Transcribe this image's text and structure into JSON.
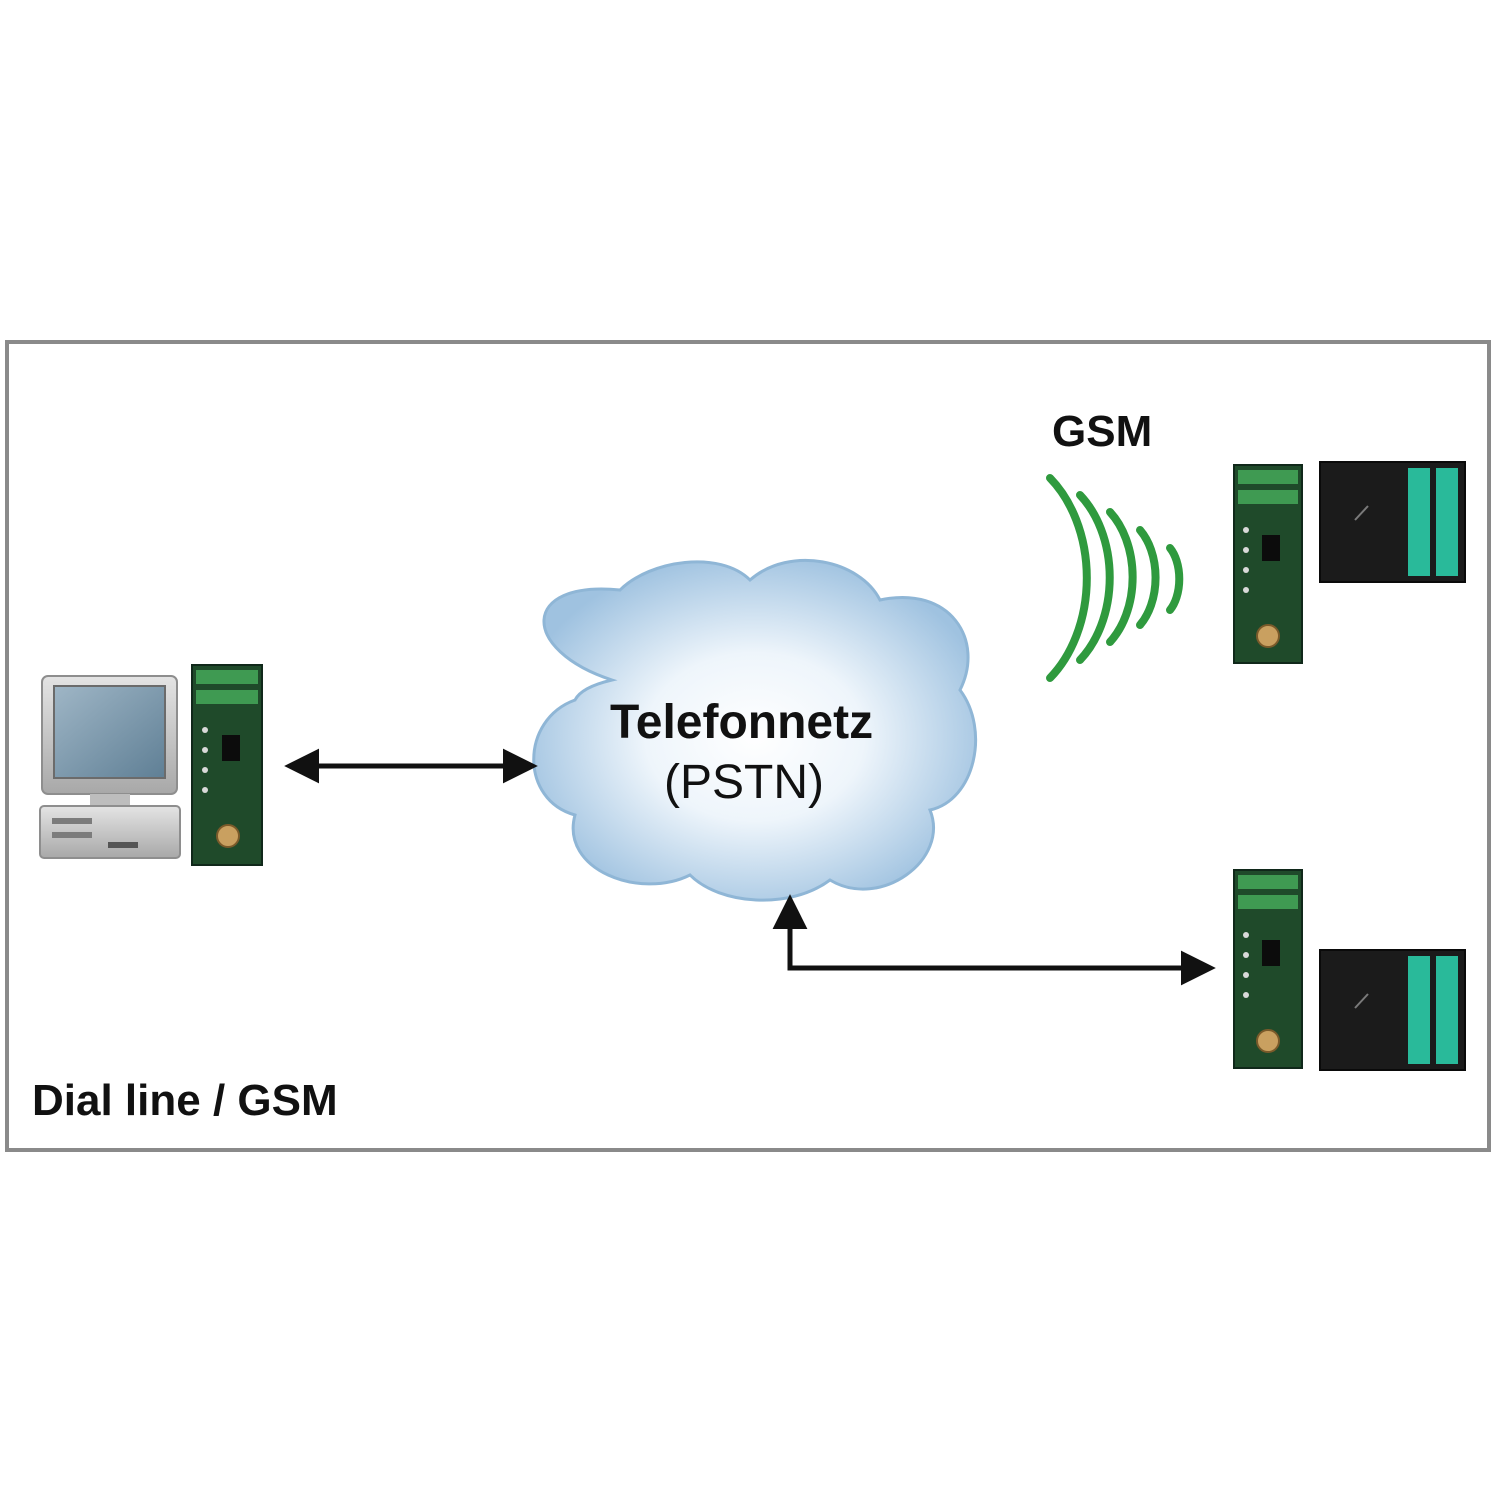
{
  "labels": {
    "gsm": "GSM",
    "network_name": "Telefonnetz",
    "network_abbr": "(PSTN)",
    "caption": "Dial line / GSM"
  },
  "colors": {
    "frame": "#8a8a8a",
    "wave": "#2f9a3e",
    "modem": "#1f4a2a",
    "terminal": "#2bd6b0",
    "cloud": "#b7d3ea",
    "arrow": "#111111"
  },
  "icons": {
    "computer": "desktop-computer-icon",
    "modem": "din-rail-modem-icon",
    "plc": "plc-controller-icon",
    "cloud": "network-cloud-icon",
    "signal": "wireless-signal-icon"
  }
}
